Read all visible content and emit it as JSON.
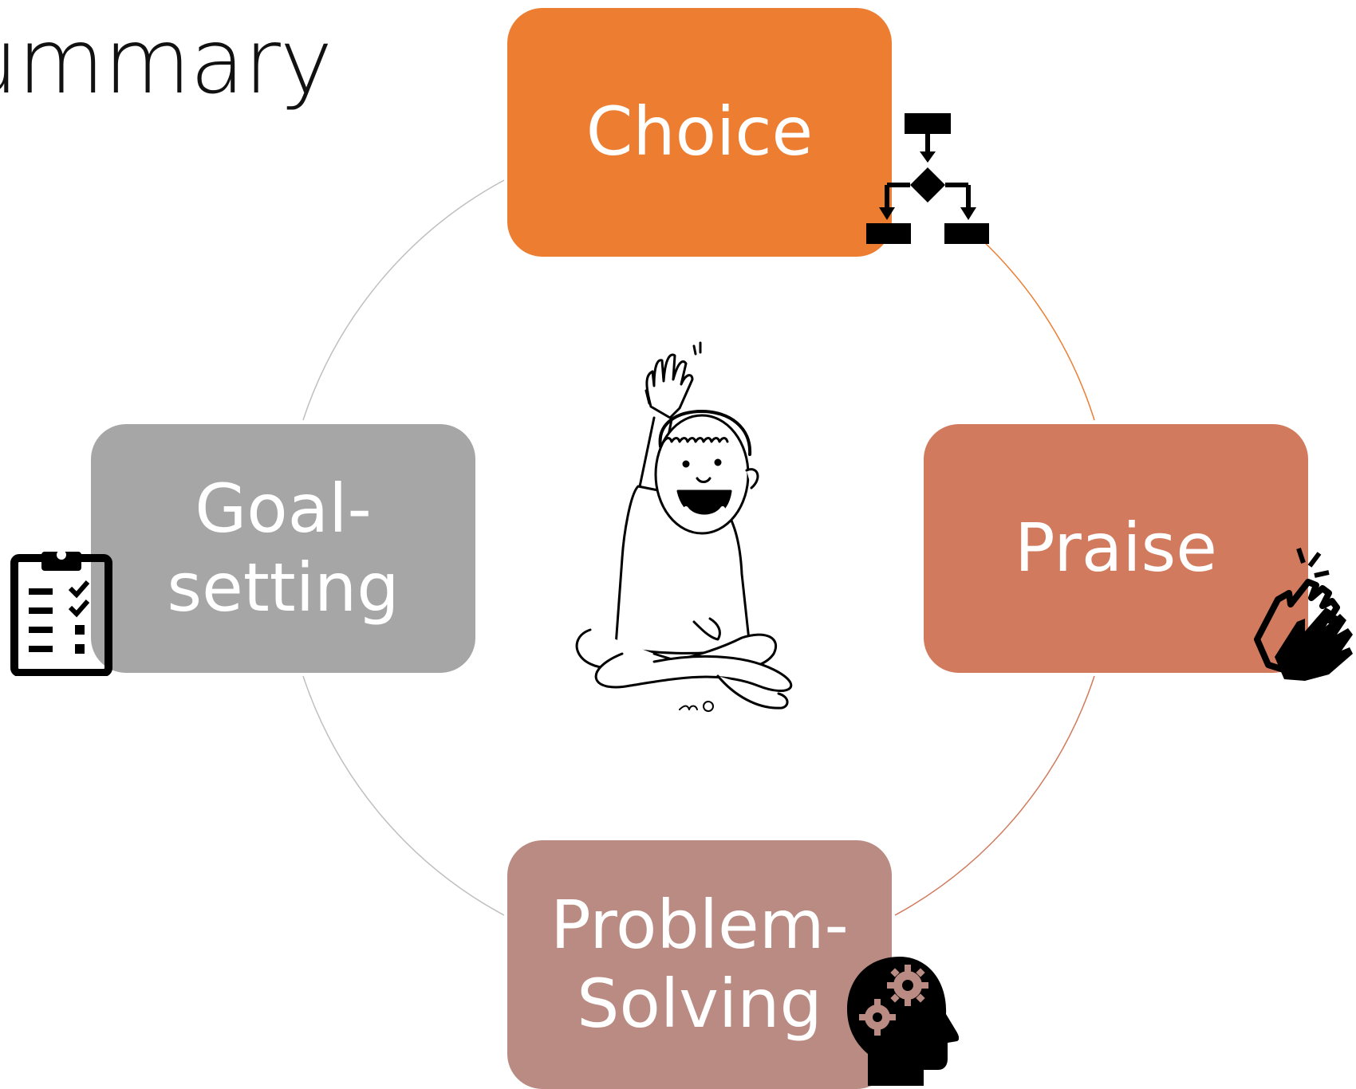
{
  "slide": {
    "title": "ummary"
  },
  "cycle": {
    "nodes": [
      {
        "label": "Choice",
        "color": "#ED7D31",
        "icon": "flowchart-icon"
      },
      {
        "label": "Praise",
        "color": "#D17A5E",
        "icon": "clapping-hands-icon"
      },
      {
        "label": "Problem-\nSolving",
        "color": "#B98B82",
        "icon": "head-gears-icon"
      },
      {
        "label": "Goal-\nsetting",
        "color": "#A6A6A6",
        "icon": "clipboard-checklist-icon"
      }
    ],
    "center_image": "child-raising-hand-illustration",
    "circle_colors": [
      "#BFBFBF",
      "#ED7D31",
      "#D17A5E"
    ]
  }
}
